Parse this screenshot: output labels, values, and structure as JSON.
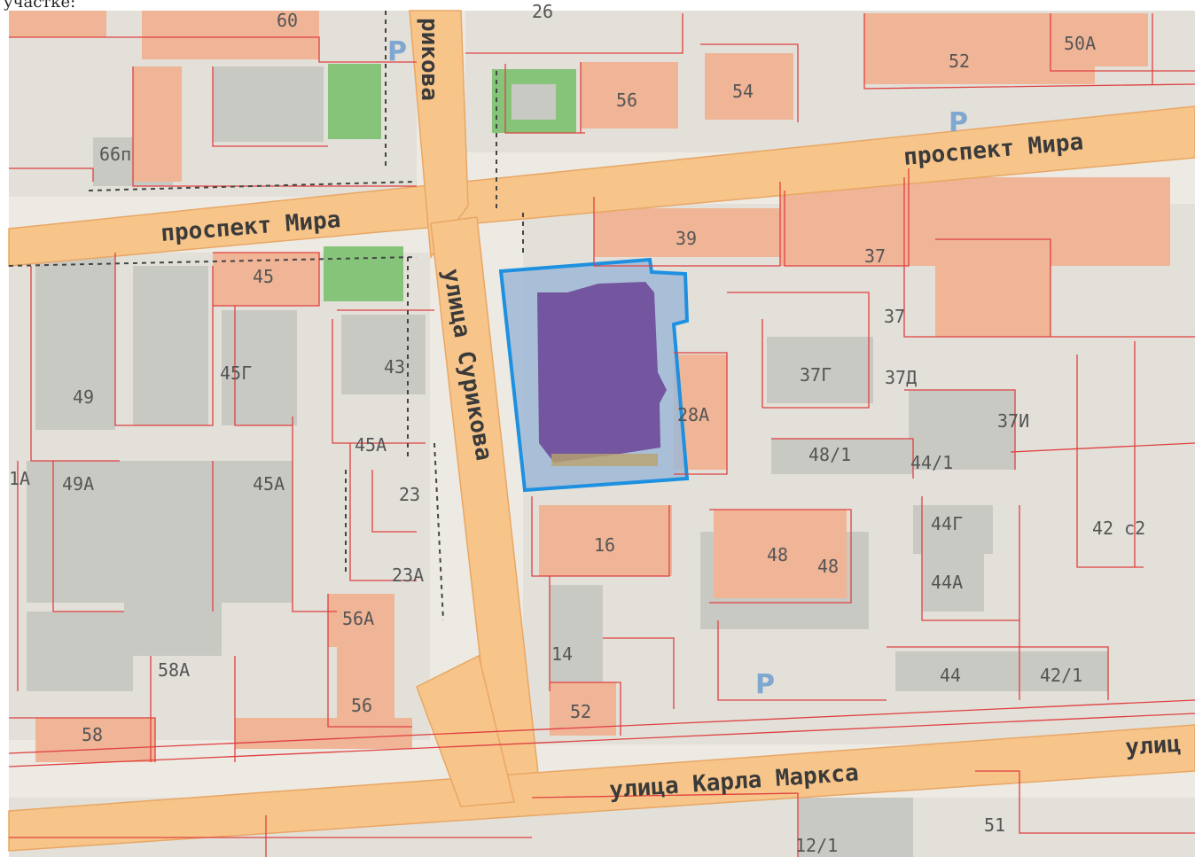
{
  "caption": "участке:",
  "streets": {
    "mira_left": "проспект Мира",
    "mira_right": "проспект Мира",
    "surikova_top": "рикова",
    "surikova_main": "улица Сурикова",
    "marx": "улица Карла Маркса",
    "marx_cut": "улиц"
  },
  "parking_label": "P",
  "house_numbers": {
    "n60": "60",
    "n26": "26",
    "n56top": "56",
    "n54": "54",
    "n52top": "52",
    "n50a": "50А",
    "n66p": "66п",
    "n39": "39",
    "n37": "37",
    "n37b": "37",
    "n45": "45",
    "n45g": "45Г",
    "n43": "43",
    "n49": "49",
    "n37g": "37Г",
    "n37d": "37Д",
    "n37i": "37И",
    "n28a": "28А",
    "n45a_top": "45А",
    "n48_1": "48/1",
    "n44_1": "44/1",
    "n1a": "1А",
    "n49a": "49А",
    "n45a": "45А",
    "n23": "23",
    "n16": "16",
    "n44g": "44Г",
    "n42c2": "42 с2",
    "n48a": "48",
    "n48b": "48",
    "n23a": "23А",
    "n44a": "44А",
    "n56a": "56А",
    "n58a": "58А",
    "n14": "14",
    "n44": "44",
    "n42_1": "42/1",
    "n56": "56",
    "n52": "52",
    "n58": "58",
    "n51": "51",
    "n12_1": "12/1"
  },
  "colors": {
    "background": "#eceae3",
    "block": "#dedcd6",
    "building_orange": "#f0b496",
    "building_grey": "#c8c8c2",
    "park": "#86c47a",
    "road": "#f7c58a",
    "cadastre": "#e04040",
    "highlight_outline": "#1e90e0",
    "highlight_fill": "#9fb8d6",
    "highlight_building": "#6e4a9a"
  }
}
